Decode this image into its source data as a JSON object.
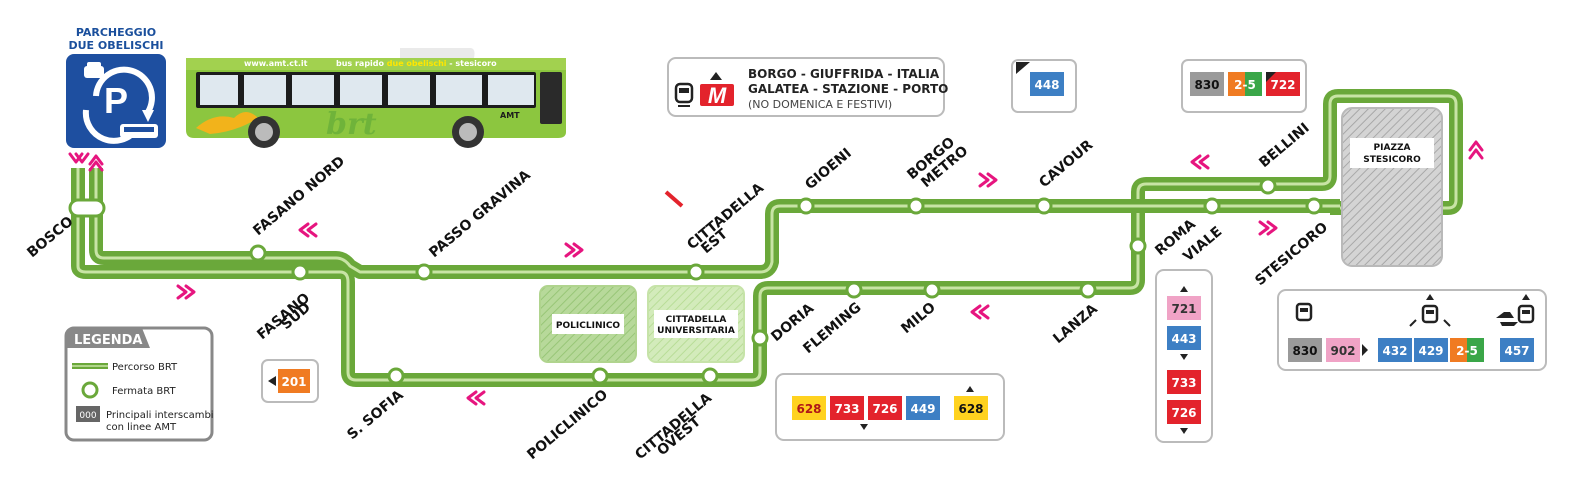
{
  "parking": {
    "line1": "PARCHEGGIO",
    "line2": "DUE OBELISCHI"
  },
  "bus": {
    "website": "www.amt.ct.it",
    "slogan_pre": "bus rapido ",
    "slogan_highlight": "due obelischi",
    "slogan_post": " - stesicoro",
    "logo": "brt",
    "amt_small": "AMT"
  },
  "metro_box": {
    "line1": "BORGO - GIUFFRIDA - ITALIA",
    "line2": "GALATEA - STAZIONE - PORTO",
    "line3": "(NO DOMENICA E FESTIVI)",
    "metro_logo": "M"
  },
  "stops": {
    "bosco": "BOSCO",
    "fasano_nord": "FASANO NORD",
    "fasano_sud_1": "FASANO",
    "fasano_sud_2": "SUD",
    "passo_gravina": "PASSO GRAVINA",
    "cittadella_est_1": "CITTADELLA",
    "cittadella_est_2": "EST",
    "gioeni": "GIOENI",
    "borgo_metro_1": "BORGO",
    "borgo_metro_2": "METRO",
    "cavour": "CAVOUR",
    "bellini": "BELLINI",
    "roma": "ROMA",
    "viale": "VIALE",
    "stesicoro": "STESICORO",
    "doria": "DORIA",
    "fleming": "FLEMING",
    "milo": "MILO",
    "lanza": "LANZA",
    "s_sofia": "S. SOFIA",
    "policlinico": "POLICLINICO",
    "cittadella_ovest_1": "CITTADELLA",
    "cittadella_ovest_2": "OVEST"
  },
  "areas": {
    "policlinico": "POLICLINICO",
    "cittadella_univ_1": "CITTADELLA",
    "cittadella_univ_2": "UNIVERSITARIA",
    "piazza_1": "PIAZZA",
    "piazza_2": "STESICORO"
  },
  "lines": {
    "l448_cavour": "448",
    "l830_bellini": "830",
    "l25_bellini": "2-5",
    "l722_bellini": "722",
    "l201": "201",
    "doria_628a": "628",
    "doria_733": "733",
    "doria_726": "726",
    "doria_449": "449",
    "doria_628b": "628",
    "roma_721": "721",
    "roma_443": "443",
    "roma_733": "733",
    "roma_726": "726",
    "st_830": "830",
    "st_902": "902",
    "st_432": "432",
    "st_429": "429",
    "st_25": "2-5",
    "st_457": "457"
  },
  "legend": {
    "title": "LEGENDA",
    "route": "Percorso BRT",
    "stop": "Fermata BRT",
    "interchange_badge": "000",
    "interchange_1": "Principali interscambi",
    "interchange_2": "con linee AMT"
  },
  "colors": {
    "route_green": "#6aa83a",
    "route_light": "#c8e4a5",
    "chevron_pink": "#e6157f",
    "line_blue": "#3d7fc4",
    "line_red": "#e3232c",
    "line_orange": "#f07b22",
    "line_gray": "#9a9a9a",
    "line_pink": "#f0a3c6",
    "line_yellow": "#ffd21f",
    "line_green": "#3aa648",
    "parking_blue": "#1e4fa0"
  },
  "icons": [
    "parking-icon",
    "car-icon",
    "bus-icon",
    "train-icon",
    "metro-icon",
    "plane-icon",
    "chevron-icon"
  ]
}
